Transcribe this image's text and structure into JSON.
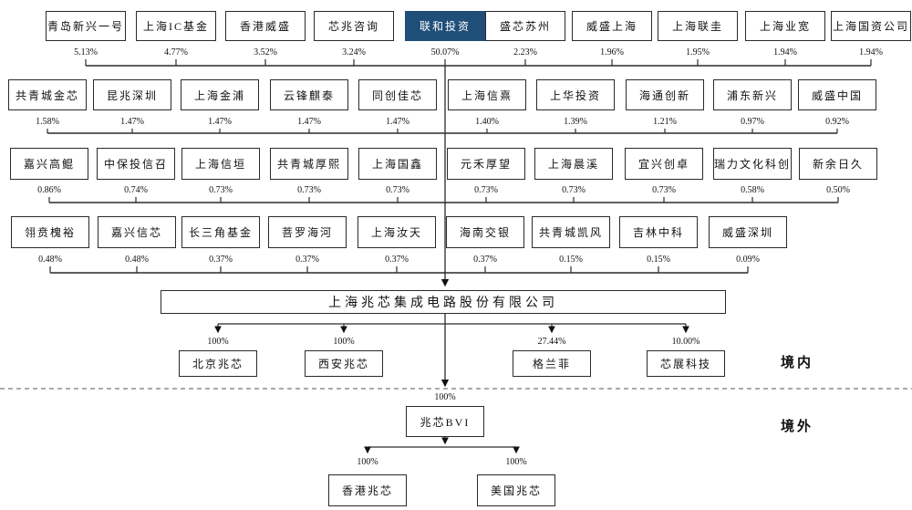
{
  "diagram": {
    "title": "equity structure",
    "highlight_color": "#1f4e79",
    "company": "上海兆芯集成电路股份有限公司",
    "region_labels": {
      "domestic": "境内",
      "overseas": "境外"
    },
    "shareholder_rows": [
      {
        "items": [
          {
            "name": "青岛新兴一号",
            "pct": "5.13%"
          },
          {
            "name": "上海IC基金",
            "pct": "4.77%"
          },
          {
            "name": "香港威盛",
            "pct": "3.52%"
          },
          {
            "name": "芯兆咨询",
            "pct": "3.24%"
          },
          {
            "name": "联和投资",
            "pct": "50.07%",
            "highlight": true
          },
          {
            "name": "盛芯苏州",
            "pct": "2.23%"
          },
          {
            "name": "威盛上海",
            "pct": "1.96%"
          },
          {
            "name": "上海联圭",
            "pct": "1.95%"
          },
          {
            "name": "上海业宽",
            "pct": "1.94%"
          },
          {
            "name": "上海国资公司",
            "pct": "1.94%"
          }
        ]
      },
      {
        "items": [
          {
            "name": "共青城金芯",
            "pct": "1.58%"
          },
          {
            "name": "昆兆深圳",
            "pct": "1.47%"
          },
          {
            "name": "上海金浦",
            "pct": "1.47%"
          },
          {
            "name": "云锋麒泰",
            "pct": "1.47%"
          },
          {
            "name": "同创佳芯",
            "pct": "1.47%"
          },
          {
            "name": "上海信熹",
            "pct": "1.40%"
          },
          {
            "name": "上华投资",
            "pct": "1.39%"
          },
          {
            "name": "海通创新",
            "pct": "1.21%"
          },
          {
            "name": "浦东新兴",
            "pct": "0.97%"
          },
          {
            "name": "威盛中国",
            "pct": "0.92%"
          }
        ]
      },
      {
        "items": [
          {
            "name": "嘉兴高鲲",
            "pct": "0.86%"
          },
          {
            "name": "中保投信召",
            "pct": "0.74%"
          },
          {
            "name": "上海信垣",
            "pct": "0.73%"
          },
          {
            "name": "共青城厚熙",
            "pct": "0.73%"
          },
          {
            "name": "上海国鑫",
            "pct": "0.73%"
          },
          {
            "name": "元禾厚望",
            "pct": "0.73%"
          },
          {
            "name": "上海晨溪",
            "pct": "0.73%"
          },
          {
            "name": "宜兴创卓",
            "pct": "0.73%"
          },
          {
            "name": "瑞力文化科创",
            "pct": "0.58%"
          },
          {
            "name": "新余日久",
            "pct": "0.50%"
          }
        ]
      },
      {
        "items": [
          {
            "name": "翎贲槐裕",
            "pct": "0.48%"
          },
          {
            "name": "嘉兴信芯",
            "pct": "0.48%"
          },
          {
            "name": "长三角基金",
            "pct": "0.37%"
          },
          {
            "name": "菩罗海河",
            "pct": "0.37%"
          },
          {
            "name": "上海汝天",
            "pct": "0.37%"
          },
          {
            "name": "海南交银",
            "pct": "0.37%"
          },
          {
            "name": "共青城凯风",
            "pct": "0.15%"
          },
          {
            "name": "吉林中科",
            "pct": "0.15%"
          },
          {
            "name": "威盛深圳",
            "pct": "0.09%"
          }
        ]
      }
    ],
    "subsidiaries": [
      {
        "name": "北京兆芯",
        "pct": "100%"
      },
      {
        "name": "西安兆芯",
        "pct": "100%"
      },
      {
        "name": "格兰菲",
        "pct": "27.44%"
      },
      {
        "name": "芯展科技",
        "pct": "10.00%"
      }
    ],
    "bvi": {
      "name": "兆芯BVI",
      "pct": "100%"
    },
    "overseas_subsidiaries": [
      {
        "name": "香港兆芯",
        "pct": "100%"
      },
      {
        "name": "美国兆芯",
        "pct": "100%"
      }
    ]
  }
}
